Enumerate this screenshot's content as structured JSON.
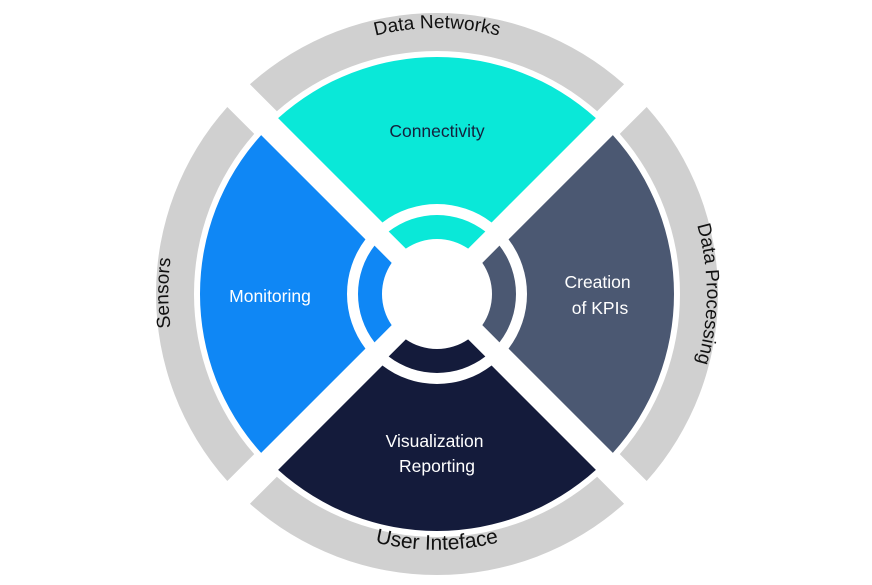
{
  "outer_ring": {
    "color": "#d0d0d0",
    "top_label": "Data Networks",
    "right_label": "Data Processing",
    "bottom_label": "User Inteface",
    "left_label": "Sensors"
  },
  "segments": {
    "top": {
      "label": "Connectivity",
      "color": "#0ae8d8",
      "text_color": "#14213d"
    },
    "right": {
      "label_line1": "Creation",
      "label_line2": "of KPIs",
      "color": "#4b5872",
      "text_color": "#ffffff"
    },
    "bottom": {
      "label_line1": "Visualization",
      "label_line2": "Reporting",
      "color": "#141b3b",
      "text_color": "#ffffff"
    },
    "left": {
      "label": "Monitoring",
      "color": "#0f87f5",
      "text_color": "#ffffff"
    }
  },
  "center": {
    "color": "#ffffff"
  }
}
